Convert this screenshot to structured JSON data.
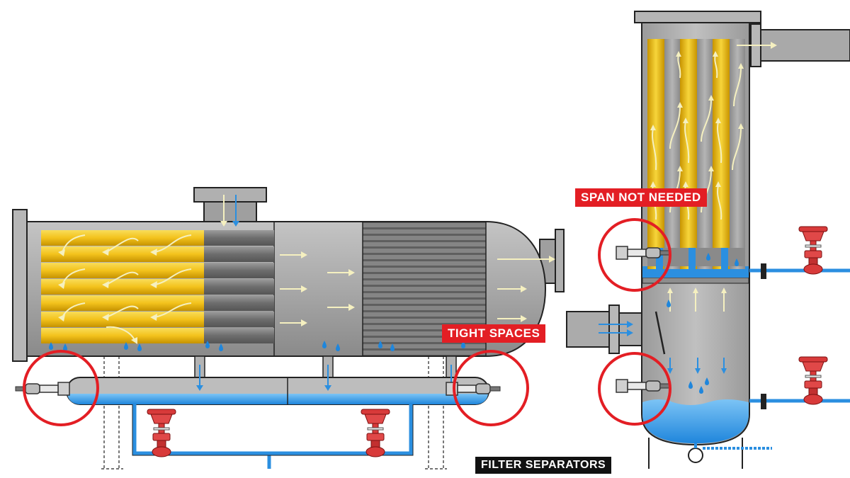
{
  "labels": {
    "span_not_needed": "SPAN NOT NEEDED",
    "tight_spaces": "TIGHT SPACES",
    "filter_separators": "FILTER SEPARATORS"
  },
  "colors": {
    "vessel_gray": "#9a9a9a",
    "filter_yellow": "#f4c320",
    "liquid_blue": "#2b8fe0",
    "flow_arrow": "#f5f0c0",
    "highlight_red": "#e31e24",
    "valve_red": "#d83a3a",
    "label_black": "#111111"
  },
  "icons": [
    "level-instrument-icon",
    "control-valve-icon",
    "flow-arrow-icon",
    "liquid-droplet-icon"
  ]
}
